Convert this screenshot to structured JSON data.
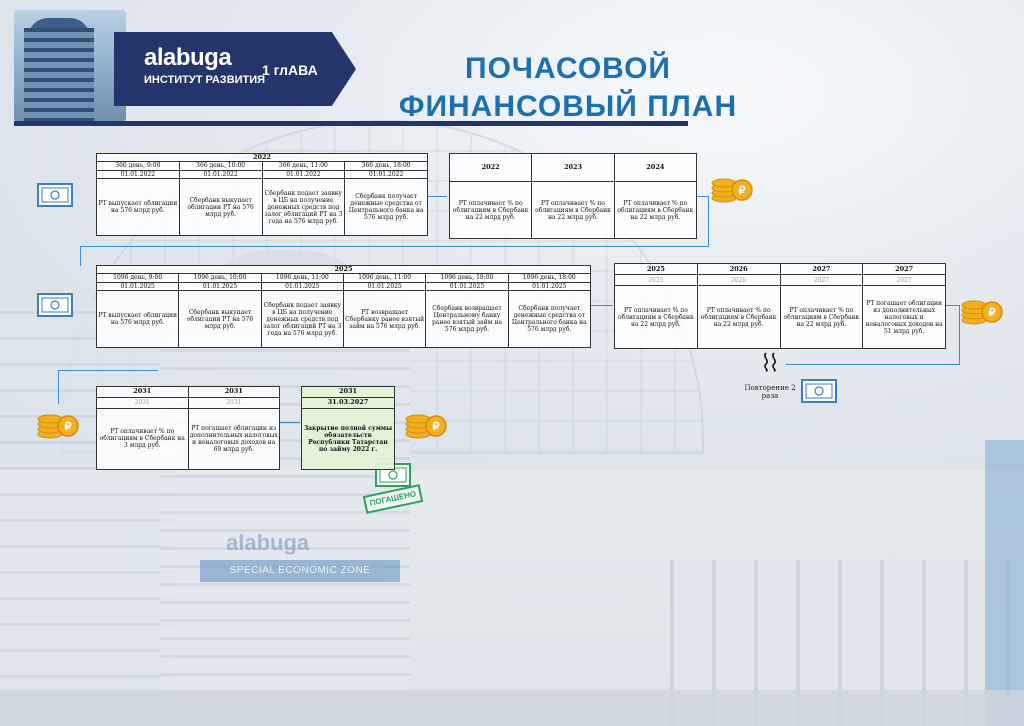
{
  "header": {
    "brand": "alabuga",
    "subtitle": "ИНСТИТУТ РАЗВИТИЯ",
    "chapter": "1 глАВА",
    "title_line1": "ПОЧАСОВОЙ",
    "title_line2": "ФИНАНСОВЫЙ ПЛАН"
  },
  "table1": {
    "year": "2022",
    "times": [
      "366 день, 9:00",
      "366 день, 10:00",
      "366 день, 11:00",
      "366 день, 18:00"
    ],
    "dates": [
      "01.01.2022",
      "01.01.2022",
      "01.01.2022",
      "01.01.2022"
    ],
    "texts": [
      "РТ выпускает облигации на 576 млрд руб.",
      "Сбербанк выкупает облигации РТ на 576 млрд руб.",
      "Сбербанк подает заявку в ЦБ на получение денежных средств под залог облигаций РТ на 3 года на 576 млрд руб.",
      "Сбербанк получает денежные средства от Центрального банка на 576 млрд руб."
    ]
  },
  "table2": {
    "years": [
      "2022",
      "2023",
      "2024"
    ],
    "texts": [
      "РТ оплачивает % по облигациям в Сбербанк на 22 млрд руб.",
      "РТ оплачивает % по облигациям в Сбербанк на 22 млрд руб.",
      "РТ оплачивает % по облигациям в Сбербанк на 22 млрд руб."
    ]
  },
  "table3": {
    "year": "2025",
    "times": [
      "1096 день, 9:00",
      "1096 день, 10:00",
      "1096 день, 11:00",
      "1096 день, 11:00",
      "1096 день, 18:00",
      "1096 день, 18:00"
    ],
    "dates": [
      "01.01.2025",
      "01.01.2025",
      "01.01.2025",
      "01.01.2025",
      "01.01.2025",
      "01.01.2025"
    ],
    "texts": [
      "РТ выпускает облигации на 576 млрд руб.",
      "Сбербанк выкупает облигации РТ на 576 млрд руб.",
      "Сбербанк подает заявку в ЦБ на получение денежных средств под залог облигаций РТ на 3 года на 576 млрд руб.",
      "РТ возвращает Сбербанку ранее взятый займ на 576 млрд руб.",
      "Сбербанк возвращает Центральному банку ранее взятый займ на 576 млрд руб.",
      "Сбербанк получает денежные средства от Центрального банка на 576 млрд руб."
    ]
  },
  "table4": {
    "years": [
      "2025",
      "2026",
      "2027",
      "2027"
    ],
    "ghost_years": [
      "2025",
      "2026",
      "2027",
      "2027"
    ],
    "texts": [
      "РТ оплачивает % по облигациям в Сбербанк на 22 млрд руб.",
      "РТ оплачивает % по облигациям в Сбербанк на 22 млрд руб.",
      "РТ оплачивает % по облигациям в Сбербанк на 22 млрд руб.",
      "РТ погашает облигации из дополнительных налоговых и неналоговых доходов на 51 млрд руб."
    ]
  },
  "repeat_caption": "Повторение 2 раза",
  "table5": {
    "years": [
      "2031",
      "2031"
    ],
    "ghost_years": [
      "2031",
      "2031"
    ],
    "texts": [
      "РТ оплачивает % по облигациям в Сбербанк на 3 млрд руб.",
      "РТ погашает облигации из дополнительных налоговых и неналоговых доходов на 69 млрд руб."
    ]
  },
  "table6": {
    "year": "2031",
    "date": "31.03.2027",
    "text": "Закрытие полной суммы обязательств Республики Татарстан по займу 2022 г."
  },
  "stamp": "ПОГАШЕНО",
  "background": {
    "sign_text": "SPECIAL ECONOMIC ZONE",
    "logo_text": "alabuga"
  },
  "colors": {
    "navy": "#24356b",
    "title_blue": "#1e6fae",
    "connector": "#3a8fd0",
    "coin": "#f2b01e",
    "stamp_green": "#2aa35a"
  },
  "icons": [
    "banknote-icon",
    "coins-icon",
    "wavy-lines-icon",
    "stamp-icon"
  ]
}
